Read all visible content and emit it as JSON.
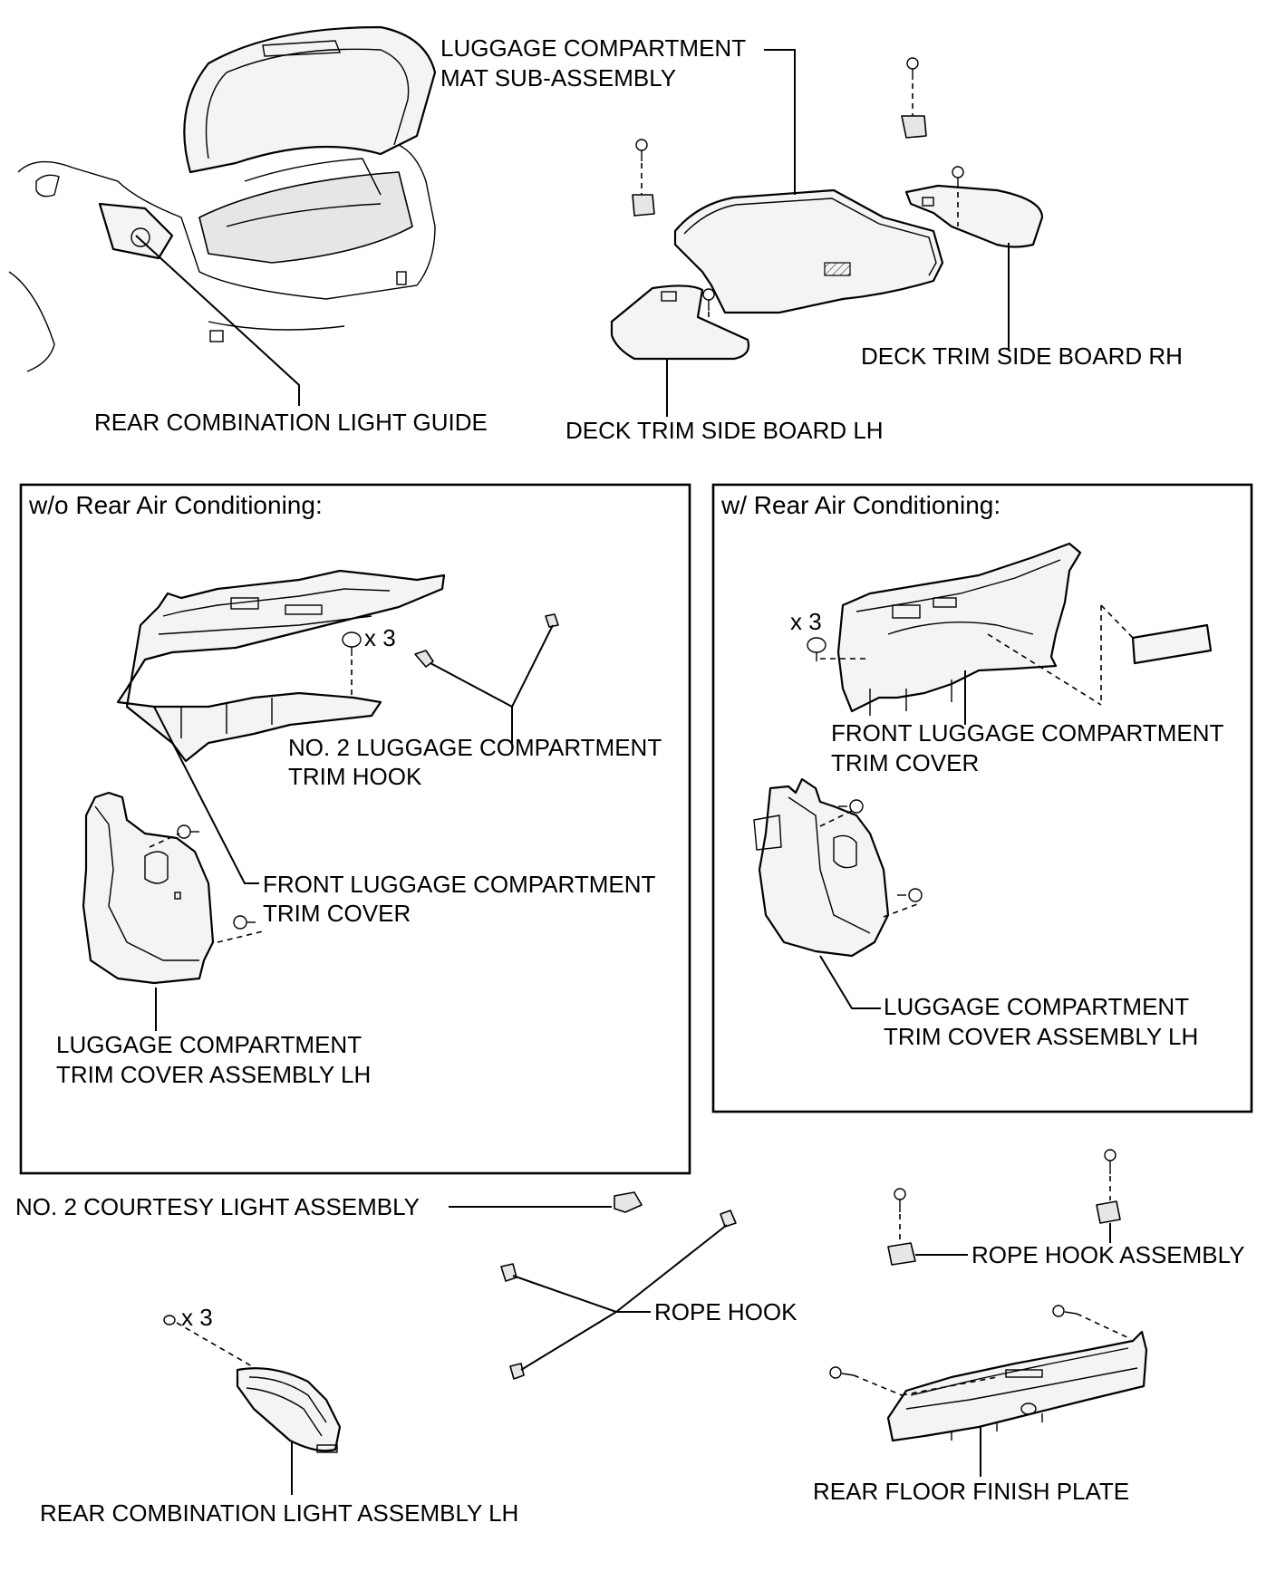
{
  "labels": {
    "luggage_mat_1": "LUGGAGE COMPARTMENT",
    "luggage_mat_2": "MAT SUB-ASSEMBLY",
    "rear_light_guide": "REAR COMBINATION LIGHT GUIDE",
    "deck_rh": "DECK TRIM SIDE BOARD RH",
    "deck_lh": "DECK TRIM SIDE BOARD LH",
    "no2_hook_1": "NO. 2 LUGGAGE COMPARTMENT",
    "no2_hook_2": "TRIM HOOK",
    "front_cover_l_1": "FRONT LUGGAGE COMPARTMENT",
    "front_cover_l_2": "TRIM COVER",
    "trim_lh_l_1": "LUGGAGE COMPARTMENT",
    "trim_lh_l_2": "TRIM COVER ASSEMBLY LH",
    "front_cover_r_1": "FRONT LUGGAGE COMPARTMENT",
    "front_cover_r_2": "TRIM COVER",
    "trim_lh_r_1": "LUGGAGE COMPARTMENT",
    "trim_lh_r_2": "TRIM COVER ASSEMBLY LH",
    "x3_left": "x 3",
    "x3_right": "x 3",
    "x3_bottom": "x 3",
    "courtesy_light": "NO. 2 COURTESY LIGHT ASSEMBLY",
    "rope_hook_assy": "ROPE HOOK ASSEMBLY",
    "rope_hook": "ROPE HOOK",
    "rear_floor_plate": "REAR FLOOR FINISH PLATE",
    "rear_light_assy": "REAR COMBINATION LIGHT ASSEMBLY LH"
  },
  "panels": {
    "left_title": "w/o Rear Air Conditioning:",
    "right_title": "w/ Rear Air Conditioning:"
  }
}
